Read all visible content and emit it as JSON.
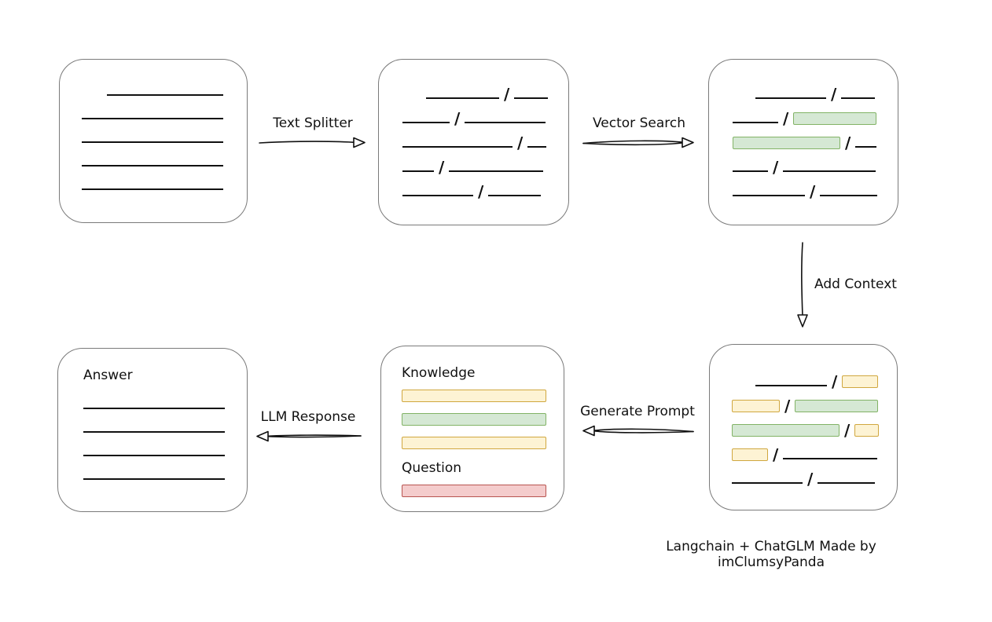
{
  "footer": {
    "credit": "Langchain + ChatGLM Made by imClumsyPanda"
  },
  "colors": {
    "green_fill": "#d5e8d4",
    "green_border": "#82b366",
    "yellow_fill": "#fdf3d4",
    "yellow_border": "#d0a73f",
    "red_fill": "#f4cccc",
    "red_border": "#b85450",
    "box_border": "#7a7a7a",
    "ink": "#111111"
  },
  "arrows": {
    "text_splitter": {
      "label": "Text Splitter"
    },
    "vector_search": {
      "label": "Vector Search"
    },
    "add_context": {
      "label": "Add Context"
    },
    "generate_prompt": {
      "label": "Generate Prompt"
    },
    "llm_response": {
      "label": "LLM Response"
    }
  },
  "nodes": {
    "document": {
      "lines": [
        {
          "indent": 32,
          "w": 148
        },
        {
          "indent": 0,
          "w": 180
        },
        {
          "indent": 0,
          "w": 180
        },
        {
          "indent": 0,
          "w": 180
        },
        {
          "indent": 0,
          "w": 180
        }
      ]
    },
    "chunks": {
      "rows": [
        {
          "indent": 30,
          "segs": [
            {
              "k": "line",
              "w": 93
            },
            {
              "k": "slash"
            },
            {
              "k": "line",
              "w": 43
            }
          ]
        },
        {
          "indent": 0,
          "segs": [
            {
              "k": "line",
              "w": 60
            },
            {
              "k": "slash"
            },
            {
              "k": "line",
              "w": 103
            }
          ]
        },
        {
          "indent": 0,
          "segs": [
            {
              "k": "line",
              "w": 140
            },
            {
              "k": "slash"
            },
            {
              "k": "line",
              "w": 24
            }
          ]
        },
        {
          "indent": 0,
          "segs": [
            {
              "k": "line",
              "w": 40
            },
            {
              "k": "slash"
            },
            {
              "k": "line",
              "w": 120
            }
          ]
        },
        {
          "indent": 0,
          "segs": [
            {
              "k": "line",
              "w": 90
            },
            {
              "k": "slash"
            },
            {
              "k": "line",
              "w": 67
            }
          ]
        }
      ]
    },
    "retrieved": {
      "rows": [
        {
          "indent": 29,
          "segs": [
            {
              "k": "line",
              "w": 90
            },
            {
              "k": "slash"
            },
            {
              "k": "line",
              "w": 43
            }
          ]
        },
        {
          "indent": 0,
          "segs": [
            {
              "k": "line",
              "w": 58
            },
            {
              "k": "slash"
            },
            {
              "k": "green",
              "w": 104
            }
          ]
        },
        {
          "indent": 0,
          "segs": [
            {
              "k": "green",
              "w": 135
            },
            {
              "k": "slash"
            },
            {
              "k": "line",
              "w": 27
            }
          ]
        },
        {
          "indent": 0,
          "segs": [
            {
              "k": "line",
              "w": 45
            },
            {
              "k": "slash"
            },
            {
              "k": "line",
              "w": 118
            }
          ]
        },
        {
          "indent": 0,
          "segs": [
            {
              "k": "line",
              "w": 92
            },
            {
              "k": "slash"
            },
            {
              "k": "line",
              "w": 73
            }
          ]
        }
      ]
    },
    "context": {
      "rows": [
        {
          "indent": 30,
          "segs": [
            {
              "k": "line",
              "w": 91
            },
            {
              "k": "slash"
            },
            {
              "k": "yellow",
              "w": 44
            }
          ]
        },
        {
          "indent": 0,
          "segs": [
            {
              "k": "yellow",
              "w": 59
            },
            {
              "k": "slash"
            },
            {
              "k": "green",
              "w": 104
            }
          ]
        },
        {
          "indent": 0,
          "segs": [
            {
              "k": "green",
              "w": 135
            },
            {
              "k": "slash"
            },
            {
              "k": "yellow",
              "w": 29
            }
          ]
        },
        {
          "indent": 0,
          "segs": [
            {
              "k": "yellow",
              "w": 44
            },
            {
              "k": "slash"
            },
            {
              "k": "line",
              "w": 120
            }
          ]
        },
        {
          "indent": 0,
          "segs": [
            {
              "k": "line",
              "w": 90
            },
            {
              "k": "slash"
            },
            {
              "k": "line",
              "w": 73
            }
          ]
        }
      ]
    },
    "prompt": {
      "knowledge_label": "Knowledge",
      "question_label": "Question",
      "knowledge_bars": [
        "yellow",
        "green",
        "yellow"
      ],
      "question_bars": [
        "red"
      ]
    },
    "answer": {
      "label": "Answer",
      "lines": [
        {
          "indent": 0,
          "w": 180
        },
        {
          "indent": 0,
          "w": 180
        },
        {
          "indent": 0,
          "w": 180
        },
        {
          "indent": 0,
          "w": 180
        }
      ]
    }
  }
}
